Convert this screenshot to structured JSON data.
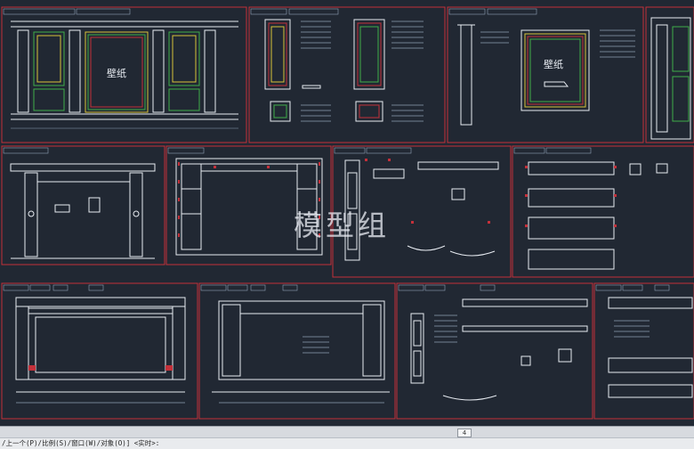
{
  "drawing": {
    "wallpaper_label": "壁纸",
    "watermark": "模型组"
  },
  "statusbar": {
    "scroll_thumb_label": "4",
    "command_line": "/上一个(P)/比例(S)/窗口(W)/对象(O)] <实时>:"
  },
  "colors": {
    "background": "#212833",
    "frame": "#c4303a",
    "line": "#e8ecf2",
    "green": "#3fae4a",
    "yellow": "#d8c23a"
  }
}
